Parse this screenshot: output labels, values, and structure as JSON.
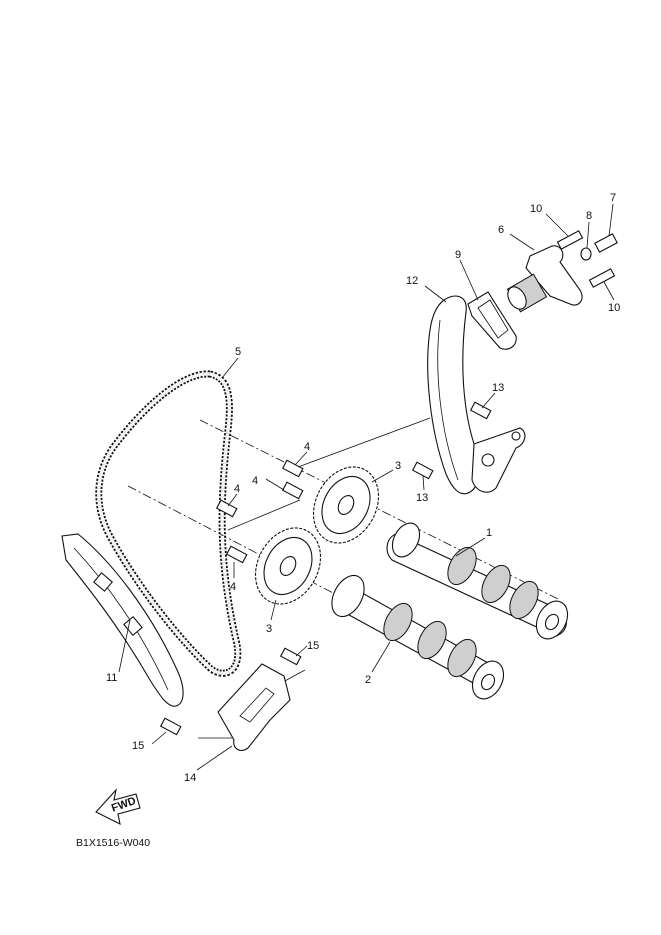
{
  "diagram": {
    "code": "B1X1516-W040",
    "fwd_label": "FWD",
    "callouts": [
      {
        "id": "c1",
        "label": "1"
      },
      {
        "id": "c2",
        "label": "2"
      },
      {
        "id": "c3a",
        "label": "3"
      },
      {
        "id": "c3b",
        "label": "3"
      },
      {
        "id": "c4a",
        "label": "4"
      },
      {
        "id": "c4b",
        "label": "4"
      },
      {
        "id": "c4c",
        "label": "4"
      },
      {
        "id": "c4d",
        "label": "4"
      },
      {
        "id": "c5",
        "label": "5"
      },
      {
        "id": "c6",
        "label": "6"
      },
      {
        "id": "c7",
        "label": "7"
      },
      {
        "id": "c8",
        "label": "8"
      },
      {
        "id": "c9",
        "label": "9"
      },
      {
        "id": "c10a",
        "label": "10"
      },
      {
        "id": "c10b",
        "label": "10"
      },
      {
        "id": "c11",
        "label": "11"
      },
      {
        "id": "c12",
        "label": "12"
      },
      {
        "id": "c13a",
        "label": "13"
      },
      {
        "id": "c13b",
        "label": "13"
      },
      {
        "id": "c14",
        "label": "14"
      },
      {
        "id": "c15a",
        "label": "15"
      },
      {
        "id": "c15b",
        "label": "15"
      }
    ]
  }
}
